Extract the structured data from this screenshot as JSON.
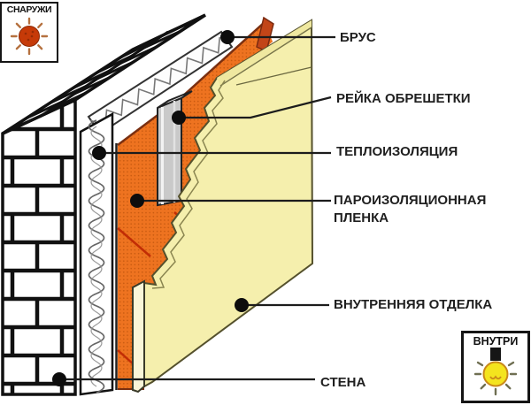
{
  "diagram": {
    "callouts": [
      {
        "id": "brus",
        "label": "БРУС"
      },
      {
        "id": "reika",
        "label": "РЕЙКА ОБРЕШЕТКИ"
      },
      {
        "id": "teplo",
        "label": "ТЕПЛОИЗОЛЯЦИЯ"
      },
      {
        "id": "paro",
        "label": "ПАРОИЗОЛЯЦИОННАЯ\nПЛЕНКА"
      },
      {
        "id": "vnutr",
        "label": "ВНУТРЕННЯЯ ОТДЕЛКА"
      },
      {
        "id": "stena",
        "label": "СТЕНА"
      }
    ],
    "badges": {
      "outside": {
        "label": "СНАРУЖИ",
        "icon": "sun-icon"
      },
      "inside": {
        "label": "ВНУТРИ",
        "icon": "light-bulb-icon"
      }
    },
    "colors": {
      "film_orange": "#EE7320",
      "film_dot": "#C85A10",
      "panel_yellow": "#F5EFAD",
      "panel_top": "#EFE8A0",
      "batten_gray": "#C9C9C9",
      "sun_red": "#C63A08",
      "bulb_yellow": "#F4E41E",
      "line_dark": "#1C1C1C",
      "text": "#1F1F1F"
    }
  }
}
